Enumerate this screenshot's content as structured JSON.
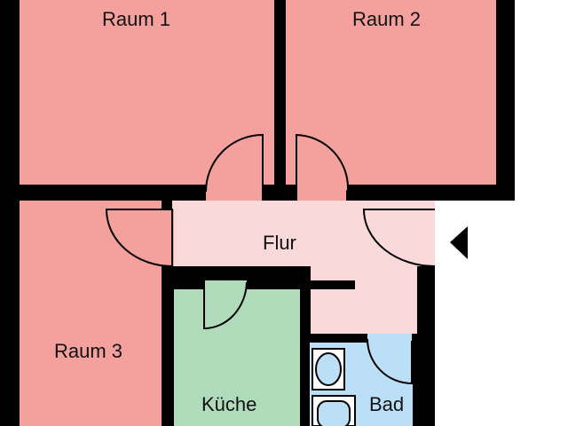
{
  "floorplan": {
    "rooms": [
      {
        "id": "raum1",
        "label": "Raum 1",
        "color": "#f4a09c"
      },
      {
        "id": "raum2",
        "label": "Raum 2",
        "color": "#f4a09c"
      },
      {
        "id": "raum3",
        "label": "Raum 3",
        "color": "#f4a09c"
      },
      {
        "id": "flur",
        "label": "Flur",
        "color": "#f9d9d9"
      },
      {
        "id": "kueche",
        "label": "Küche",
        "color": "#b1dcbc"
      },
      {
        "id": "bad",
        "label": "Bad",
        "color": "#bcdff8"
      }
    ],
    "wall_color": "#000000",
    "entrance_icon": "entrance-arrow-icon"
  }
}
